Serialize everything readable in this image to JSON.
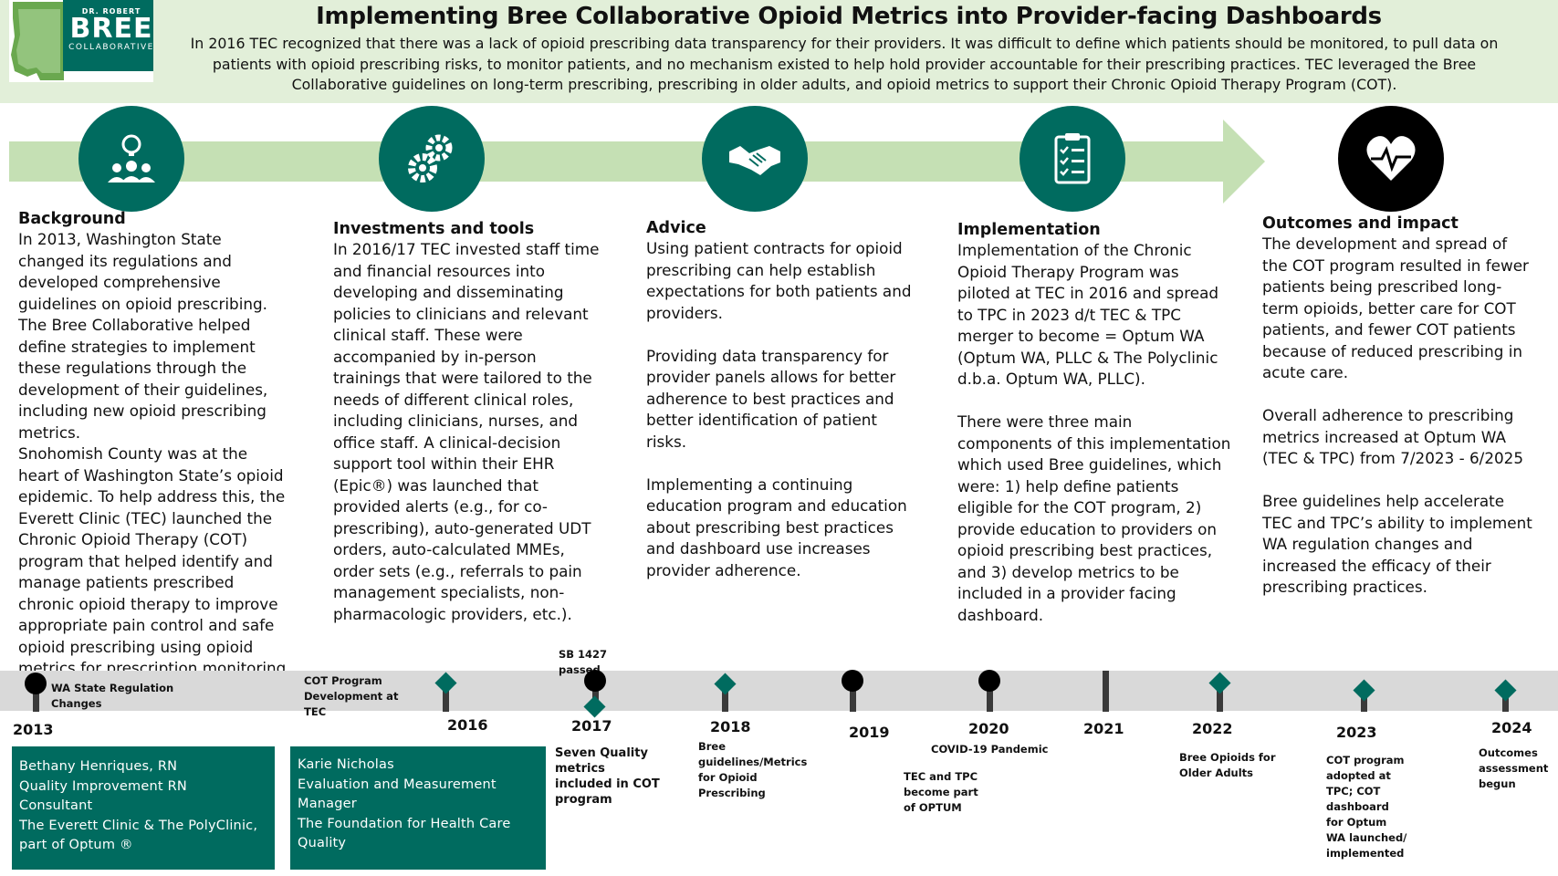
{
  "logo": {
    "small": "DR. ROBERT",
    "big": "BREE",
    "sub": "COLLABORATIVE"
  },
  "header": {
    "title": "Implementing Bree Collaborative Opioid Metrics into Provider-facing Dashboards",
    "intro": "In 2016 TEC recognized that there was a lack of opioid prescribing data transparency for their providers. It was difficult to define which patients should be monitored, to pull data on patients with opioid prescribing risks, to monitor patients, and no mechanism existed to help hold provider accountable for their prescribing practices. TEC leveraged the Bree Collaborative guidelines on long-term prescribing, prescribing in older adults, and opioid metrics to support their Chronic Opioid Therapy Program (COT)."
  },
  "icons": [
    "people-idea-icon",
    "gears-icon",
    "handshake-icon",
    "checklist-icon",
    "heartbeat-icon"
  ],
  "colors": {
    "accent": "#006b5f",
    "band": "#c5e0b4",
    "header_bg": "#e2efd9",
    "timeline": "#d9d9d9"
  },
  "sections": {
    "background": {
      "heading": "Background",
      "p1": "In 2013, Washington State changed its regulations and developed comprehensive guidelines on opioid prescribing. The Bree Collaborative helped define strategies to implement these regulations through the development of their guidelines, including new opioid prescribing metrics.",
      "p2": "Snohomish County was at the heart of Washington State’s opioid epidemic. To help address this, the Everett Clinic (TEC) launched the Chronic Opioid Therapy (COT) program that helped identify and manage patients prescribed chronic opioid therapy to improve appropriate pain control and safe opioid prescribing using opioid metrics for prescription monitoring."
    },
    "investments": {
      "heading": "Investments and tools",
      "p1": "In 2016/17 TEC invested staff time and financial resources into developing and disseminating policies to clinicians and relevant clinical staff. These were accompanied by in-person trainings that were tailored to the needs of different clinical roles, including clinicians, nurses, and office staff. A clinical-decision support tool within their EHR (Epic®) was launched that provided alerts (e.g., for co-prescribing), auto-generated UDT orders, auto-calculated MMEs, order sets (e.g., referrals to pain management specialists, non-pharmacologic providers, etc.)."
    },
    "advice": {
      "heading": "Advice",
      "p1": "Using patient contracts for opioid prescribing can help establish expectations for both patients and providers.",
      "p2": "Providing data transparency for provider panels allows for better adherence to best practices and better identification of patient risks.",
      "p3": "Implementing a continuing education program and education about prescribing best practices and dashboard use increases provider adherence."
    },
    "implementation": {
      "heading": "Implementation",
      "p1": "Implementation of the Chronic Opioid Therapy Program was piloted at TEC in 2016 and spread to TPC in 2023 d/t TEC & TPC merger to become = Optum WA (Optum WA, PLLC & The Polyclinic d.b.a. Optum WA, PLLC).",
      "p2": "There were three main components of this implementation which used Bree guidelines, which were: 1) help define patients eligible for the COT program, 2) provide education to providers on opioid prescribing best practices, and 3) develop metrics to be included in a provider facing dashboard."
    },
    "outcomes": {
      "heading": "Outcomes and impact",
      "p1": "The development and spread of the COT program resulted in fewer patients being prescribed long-term opioids, better care for COT patients, and fewer COT patients because of reduced prescribing in acute care.",
      "p2": "Overall adherence to prescribing metrics increased at Optum WA (TEC & TPC) from 7/2023 - 6/2025",
      "p3": "Bree guidelines help accelerate TEC and TPC’s ability to implement WA regulation changes and increased the efficacy of their prescribing practices."
    }
  },
  "timeline": {
    "years": {
      "y2013": "2013",
      "y2016": "2016",
      "y2017": "2017",
      "y2018": "2018",
      "y2019": "2019",
      "y2020": "2020",
      "y2021": "2021",
      "y2022": "2022",
      "y2023": "2023",
      "y2024": "2024"
    },
    "events": {
      "wa_reg": "WA State Regulation Changes",
      "cot_dev": "COT Program Development at TEC",
      "sb1427": "SB 1427 passed",
      "seven_quality": "Seven Quality metrics included in COT program",
      "bree_guidelines": "Bree guidelines/Metrics for Opioid Prescribing",
      "covid": "COVID-19 Pandemic",
      "optum": "TEC and TPC become part of OPTUM",
      "older_adults": "Bree Opioids for Older Adults",
      "tpc_adopted": "COT program adopted at TPC; COT dashboard for Optum WA launched/ implemented",
      "outcomes_assessment": "Outcomes assessment begun"
    }
  },
  "authors": {
    "a1": {
      "name": "Bethany Henriques, RN",
      "title1": "Quality Improvement RN",
      "title2": "Consultant",
      "org1": "The Everett Clinic & The PolyClinic,",
      "org2": "part of Optum ®"
    },
    "a2": {
      "name": "Karie Nicholas",
      "title1": "Evaluation and Measurement",
      "title2": "Manager",
      "org1": "The Foundation for Health Care",
      "org2": "Quality"
    }
  }
}
